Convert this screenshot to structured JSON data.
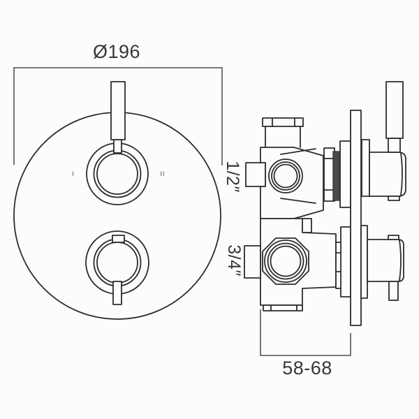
{
  "drawing_type": "thermostatic-shower-valve-technical-drawing",
  "front_view": {
    "diameter_label": "Ø196",
    "index_marks": {
      "left": "I",
      "right": "II"
    }
  },
  "side_view": {
    "top_port_label": "1/2″",
    "bottom_port_label": "3/4″",
    "depth_label": "58-68"
  },
  "colors": {
    "line": "#2c2c2c",
    "background": "#fcfcfc",
    "text": "#363636",
    "gasket": "#4a4a4a"
  }
}
